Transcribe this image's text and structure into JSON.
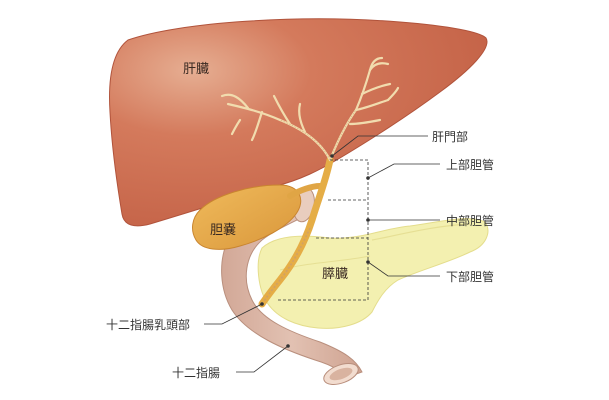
{
  "labels": {
    "liver": "肝臓",
    "gallbladder": "胆嚢",
    "pancreas": "膵臓",
    "hilum": "肝門部",
    "upper_duct": "上部胆管",
    "middle_duct": "中部胆管",
    "lower_duct": "下部胆管",
    "papilla": "十二指腸乳頭部",
    "duodenum": "十二指腸"
  },
  "colors": {
    "liver": "#c8644a",
    "gallbladder": "#e5a84a",
    "bile_duct": "#e9b34c",
    "pancreas": "#f1efaa",
    "duodenum": "#d8b3a2",
    "leader_line": "#333333"
  }
}
